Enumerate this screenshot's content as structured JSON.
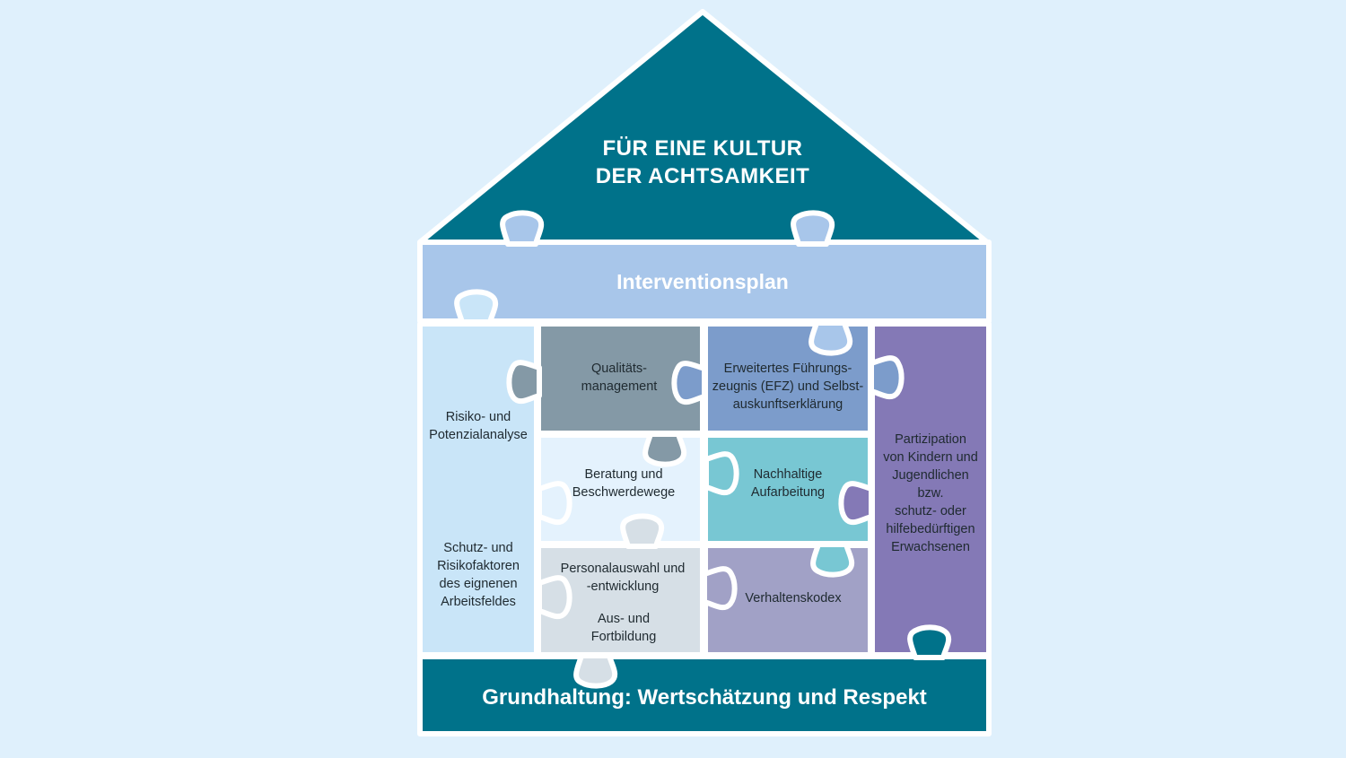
{
  "roof": {
    "title": "FÜR EINE KULTUR\nDER ACHTSAMKEIT"
  },
  "band": {
    "title": "Interventionsplan"
  },
  "pieces": {
    "risiko_analyse": "Risiko- und\nPotenzialanalyse",
    "schutz_risiko": "Schutz- und\nRisikofaktoren\ndes eignenen\nArbeitsfeldes",
    "qualitaet": "Qualitäts-\nmanagement",
    "efz": "Erweitertes Führungs-\nzeugnis (EFZ) und Selbst-\nauskunftserklärung",
    "beratung": "Beratung und\nBeschwerdewege",
    "aufarbeitung": "Nachhaltige\nAufarbeitung",
    "personal": "Personalauswahl und\n-entwicklung",
    "fortbildung": "Aus- und\nFortbildung",
    "verhaltenskodex": "Verhaltenskodex",
    "partizipation": "Partizipation\nvon Kindern und\nJugendlichen\nbzw.\nschutz- oder\nhilfebedürftigen\nErwachsenen"
  },
  "base": {
    "title": "Grundhaltung: Wertschätzung und Respekt"
  },
  "colors": {
    "background": "#dff0fc",
    "roof": "#00728a",
    "band": "#a8c6ea",
    "left_column": "#c9e5f8",
    "qualitaet": "#8499a6",
    "efz": "#7c9ccb",
    "beratung": "#e4f2fd",
    "aufarbeitung": "#78c7d3",
    "personal": "#d6dfe6",
    "verhaltenskodex": "#a1a1c6",
    "partizipation": "#8479b6",
    "base": "#00728a",
    "outline": "#ffffff"
  }
}
